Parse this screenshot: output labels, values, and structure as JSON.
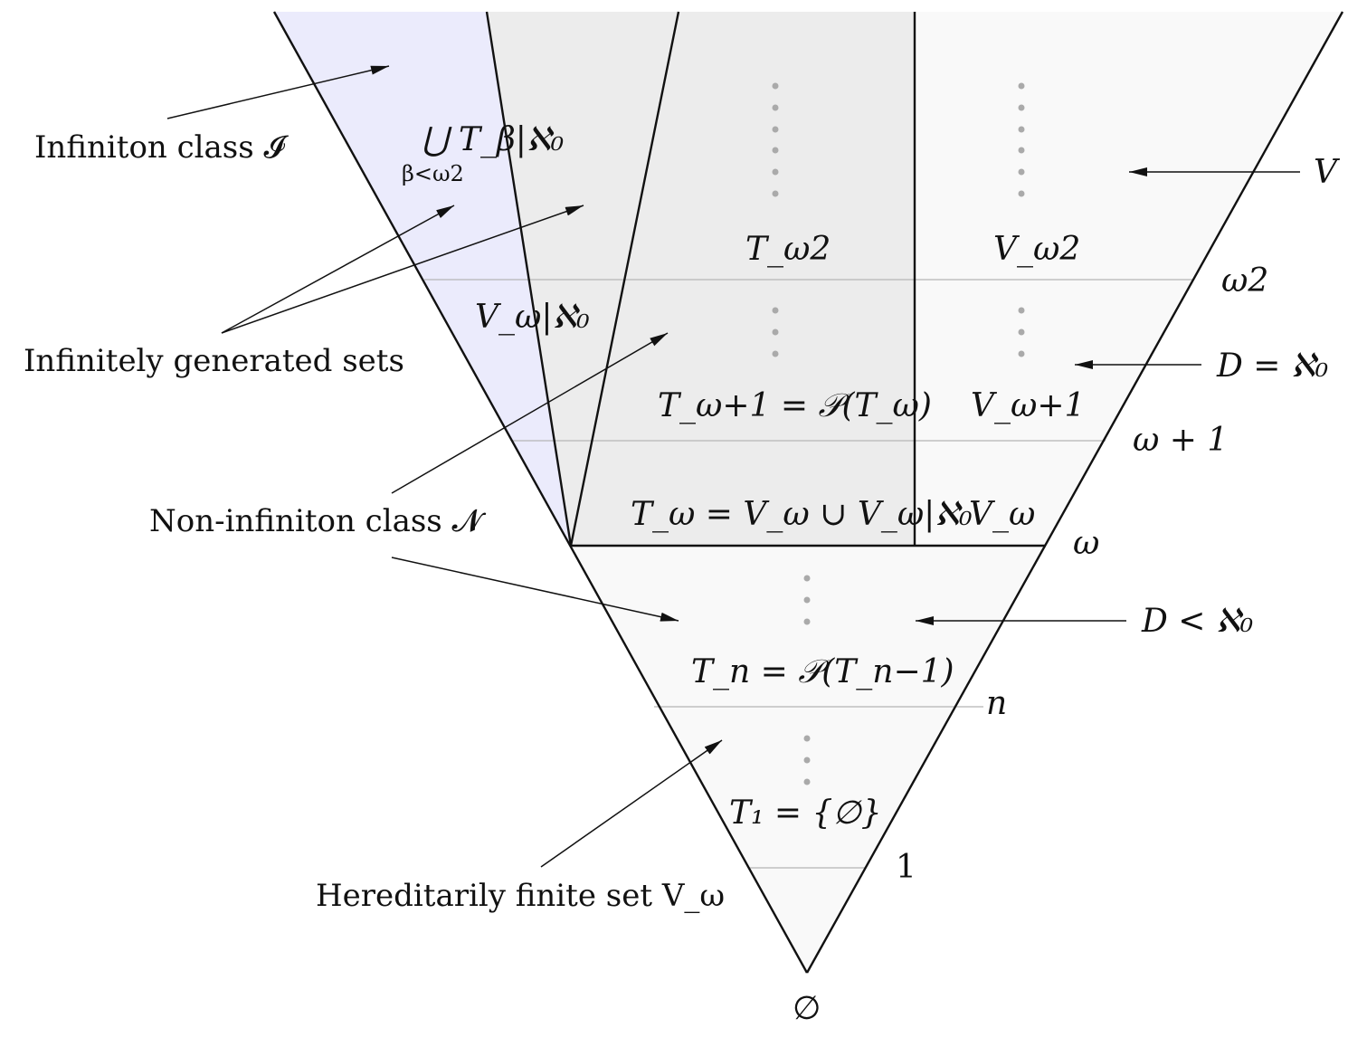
{
  "labels": {
    "infiniton_class": "Infiniton class 𝓘",
    "infinitely_generated": "Infinitely generated sets",
    "non_infiniton_class": "Non-infiniton class 𝓝",
    "hereditarily_finite": "Hereditarily finite set V_ω",
    "V": "V",
    "D_eq": "D = ℵ₀",
    "D_lt": "D < ℵ₀"
  },
  "levels": {
    "omega2": "ω2",
    "omega_plus_1": "ω + 1",
    "omega": "ω",
    "n": "n",
    "one": "1",
    "empty": "∅"
  },
  "cells": {
    "union_T": "⋃ T_β|ℵ₀",
    "union_index": "β<ω2",
    "V_omega_restricted": "V_ω|ℵ₀",
    "T_omega2": "T_ω2",
    "V_omega2": "V_ω2",
    "T_omega_plus_1": "T_ω+1 = 𝒫(T_ω)",
    "V_omega_plus_1": "V_ω+1",
    "T_omega": "T_ω = V_ω ∪ V_ω|ℵ₀",
    "V_omega": "V_ω",
    "T_n": "T_n = 𝒫(T_n−1)",
    "T_1": "T₁ = {∅}"
  },
  "colors": {
    "infiniton_fill": "#ebebfc",
    "gray_fill": "#ececec",
    "light_fill": "#f9f9f9",
    "dots": "#aaaaaa",
    "level_line": "#b5b5b5",
    "stroke": "#111111"
  }
}
